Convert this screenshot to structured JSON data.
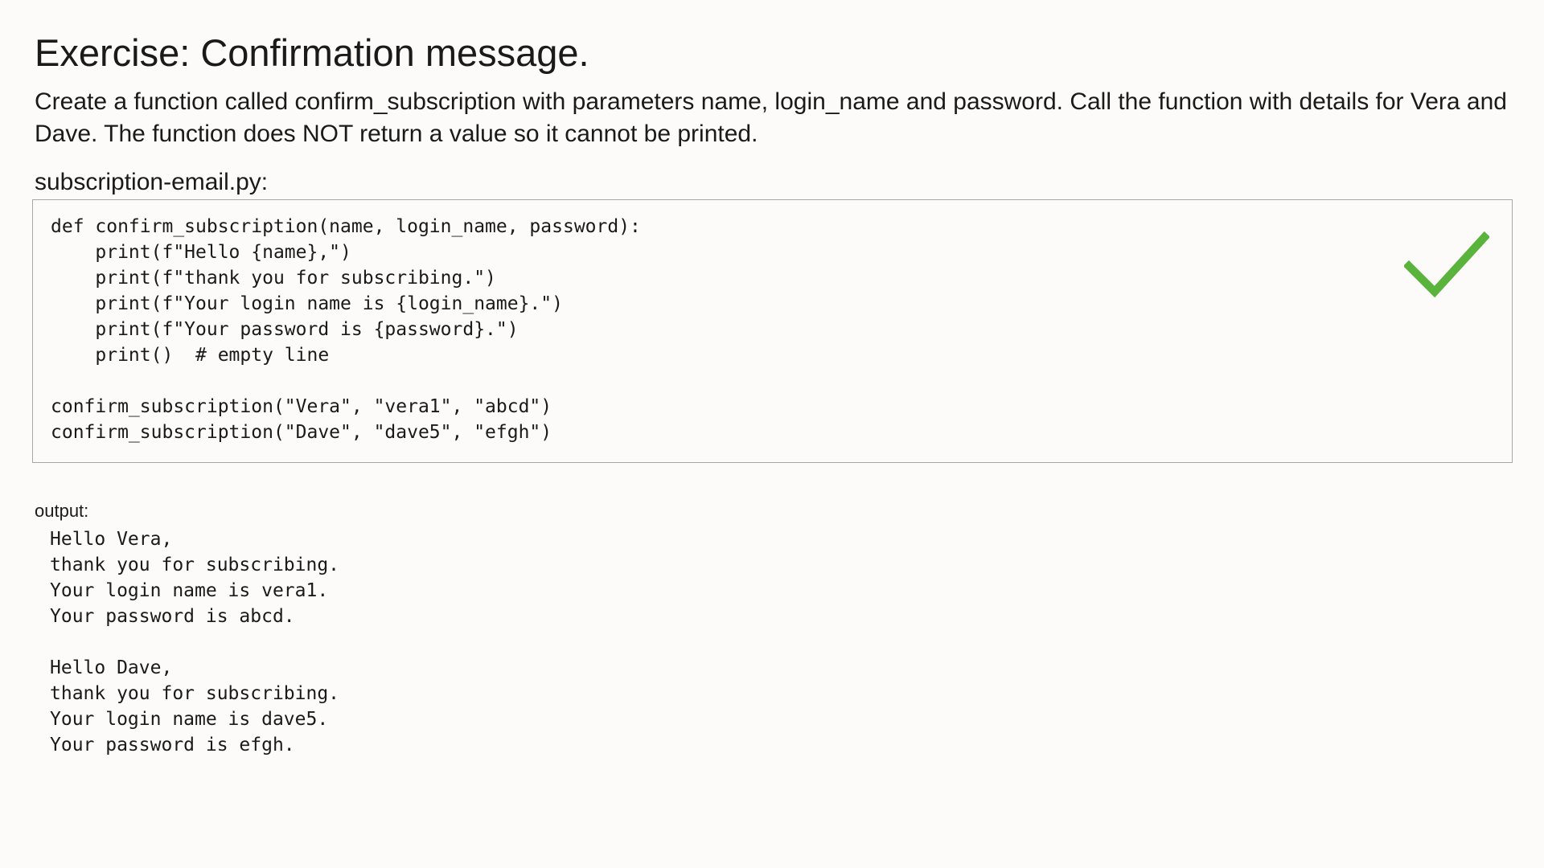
{
  "exercise": {
    "title": "Exercise: Confirmation message.",
    "description": "Create a function called confirm_subscription with parameters name, login_name and password. Call the function with details for Vera and Dave. The function does NOT return a value so it cannot be printed.",
    "filename": "subscription-email.py:",
    "code_lines": [
      "def confirm_subscription(name, login_name, password):",
      "    print(f\"Hello {name},\")",
      "    print(f\"thank you for subscribing.\")",
      "    print(f\"Your login name is {login_name}.\")",
      "    print(f\"Your password is {password}.\")",
      "    print()  # empty line",
      "",
      "confirm_subscription(\"Vera\", \"vera1\", \"abcd\")",
      "confirm_subscription(\"Dave\", \"dave5\", \"efgh\")"
    ],
    "status_icon": "check-icon",
    "status_color": "#5ab33c",
    "output_label": "output:",
    "output_lines": [
      "Hello Vera,",
      "thank you for subscribing.",
      "Your login name is vera1.",
      "Your password is abcd.",
      "",
      "Hello Dave,",
      "thank you for subscribing.",
      "Your login name is dave5.",
      "Your password is efgh."
    ]
  }
}
